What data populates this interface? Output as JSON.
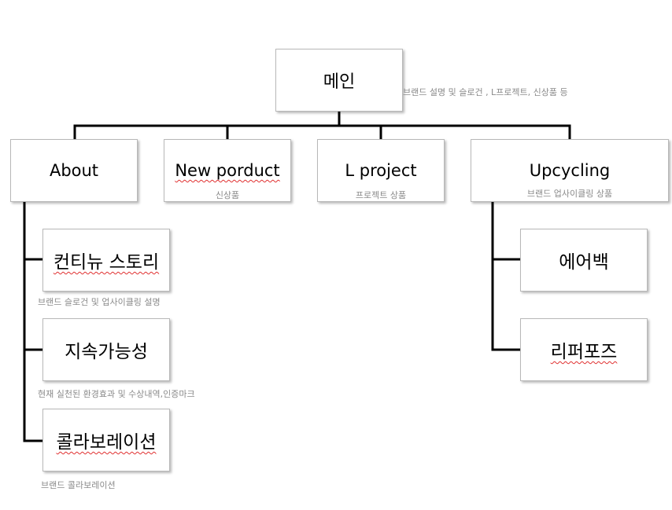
{
  "root": {
    "label": "메인",
    "note": "브랜드 설명 및 슬로건  , L프로젝트, 신상품 등"
  },
  "categories": [
    {
      "label": "About",
      "note": ""
    },
    {
      "label": "New porduct",
      "note": "신상품"
    },
    {
      "label": "L project",
      "note": "프로젝트 상품"
    },
    {
      "label": "Upcycling",
      "note": "브랜드 업사이클링 상품"
    }
  ],
  "about_children": [
    {
      "label": "컨티뉴 스토리",
      "note": "브랜드 슬로건 및 업사이클링 설명"
    },
    {
      "label": "지속가능성",
      "note": "현재 실천된 환경효과 및 수상내역,인증마크"
    },
    {
      "label": "콜라보레이션",
      "note": "브랜드 콜라보레이션"
    }
  ],
  "upcycling_children": [
    {
      "label": "에어백"
    },
    {
      "label": "리퍼포즈"
    }
  ],
  "colors": {
    "connector": "#000000",
    "node_border": "#b8b8b8",
    "note_text": "#8a8a8a",
    "spellcheck": "#e03030"
  }
}
